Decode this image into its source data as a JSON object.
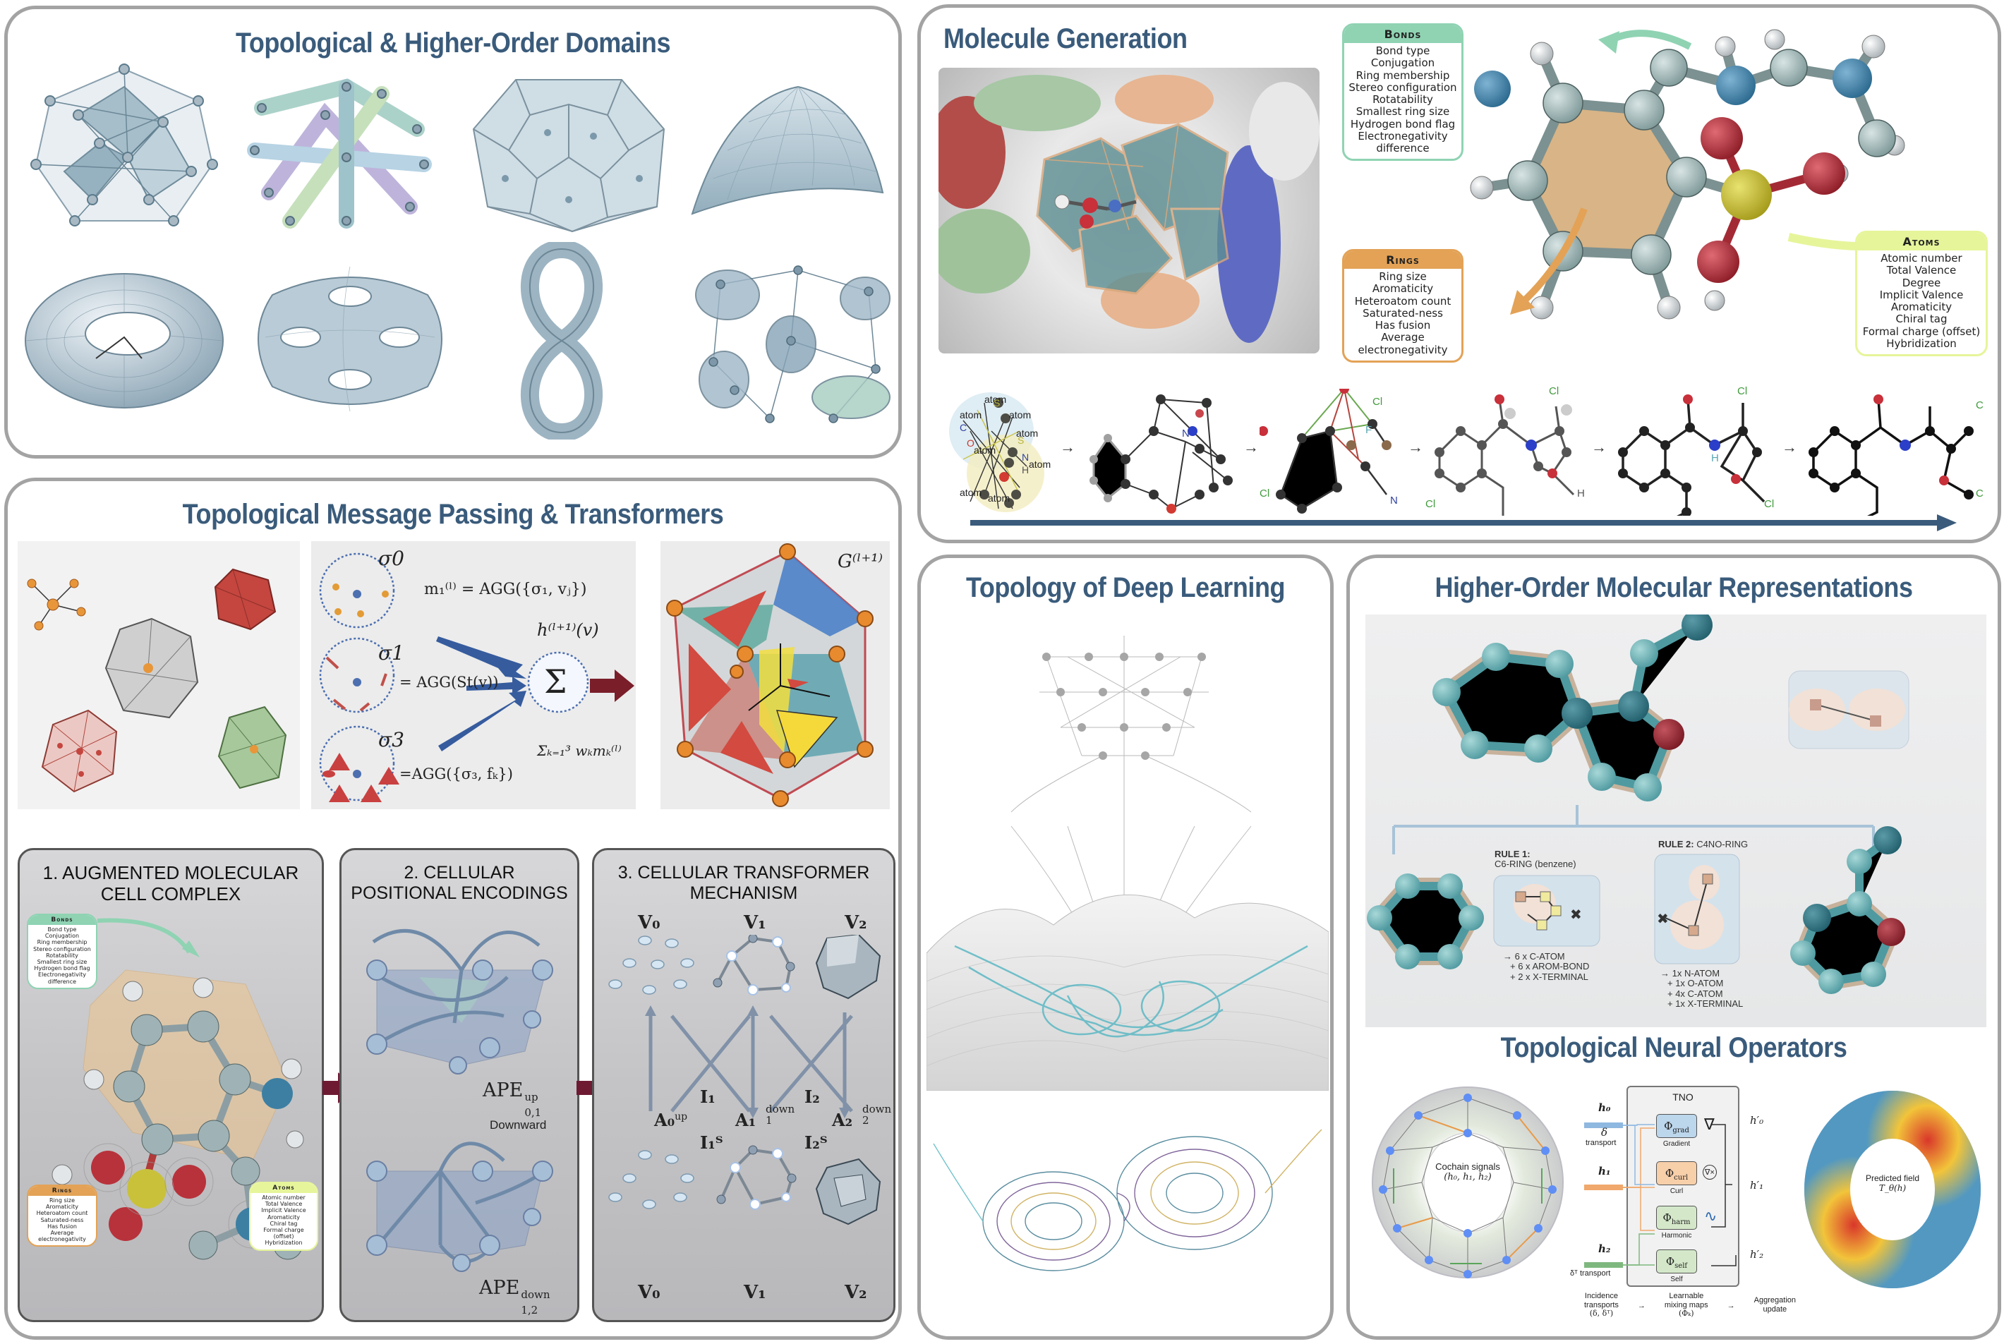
{
  "colors": {
    "title": "#3a5b7b",
    "panel_border": "#a3a3a3",
    "bonds_accent": "#8fd3b3",
    "rings_accent": "#e3a256",
    "atoms_accent": "#e6f59a",
    "flow_arrow": "#3a5b7b",
    "card_arrow": "#6e1a33"
  },
  "panels": {
    "domains": {
      "title": "Topological & Higher-Order Domains",
      "figures": [
        "simplicial-complex",
        "hypergraph-bands",
        "cell-complex-polyhedron",
        "curved-surface-mesh",
        "torus",
        "genus-three-surface",
        "klein-bottle-figure-eight",
        "combinatorial-complex"
      ]
    },
    "message_passing": {
      "title": "Topological Message Passing & Transformers",
      "sigma0": "σ0",
      "sigma1": "σ1",
      "sigma3": "σ3",
      "eq_m1": "m₁⁽ˡ⁾ = AGG({σ₁, vⱼ})",
      "eq_st": "= AGG(St(v))",
      "eq_f": "=AGG({σ₃, fₖ})",
      "h_next": "h⁽ˡ⁺¹⁾(v)",
      "sum_symbol": "Σ",
      "sum_formula": "Σₖ₌₁³ wₖmₖ⁽ˡ⁾",
      "g_next": "G⁽ˡ⁺¹⁾"
    },
    "cards": [
      {
        "title_line1": "1. AUGMENTED MOLECULAR",
        "title_line2": "CELL COMPLEX",
        "bonds": {
          "header": "Bonds",
          "items": [
            "Bond type",
            "Conjugation",
            "Ring membership",
            "Stereo configuration",
            "Rotatability",
            "Smallest ring size",
            "Hydrogen bond flag",
            "Electronegativity",
            "difference"
          ]
        },
        "rings": {
          "header": "Rings",
          "items": [
            "Ring size",
            "Aromaticity",
            "Heteroatom count",
            "Saturated-ness",
            "Has fusion",
            "Average",
            "electronegativity"
          ]
        },
        "atoms": {
          "header": "Atoms",
          "items": [
            "Atomic number",
            "Total Valence",
            "Implicit Valence",
            "Aromaticity",
            "Chiral tag",
            "Formal charge",
            "(offset)",
            "Hybridization"
          ]
        }
      },
      {
        "title_line1": "2. CELLULAR",
        "title_line2": "POSITIONAL ENCODINGS",
        "ape_up": "APE",
        "ape_up_sup": "up",
        "ape_up_sub": "0,1",
        "downward": "Downward",
        "ape_down": "APE",
        "ape_down_sup": "down",
        "ape_down_sub": "1,2"
      },
      {
        "title_line1": "3. CELLULAR TRANSFORMER",
        "title_line2": "MECHANISM",
        "top_labels": [
          "V₀",
          "V₁",
          "V₂"
        ],
        "bottom_labels": [
          "V₀",
          "V₁",
          "V₂"
        ],
        "I1": "I₁",
        "I1T": "I₁ᵀ",
        "I2": "I₂",
        "I2T": "I₂ᵀ",
        "A0": "A₀",
        "A0_sup": "up",
        "A1": "A₁",
        "A1_label": "down",
        "A1_sub": "1",
        "A2": "A₂",
        "A2_label": "down",
        "A2_sub": "2"
      }
    ],
    "molecule_generation": {
      "title": "Molecule Generation",
      "bonds": {
        "header": "Bonds",
        "items": [
          "Bond type",
          "Conjugation",
          "Ring membership",
          "Stereo configuration",
          "Rotatability",
          "Smallest ring size",
          "Hydrogen bond flag",
          "Electronegativity",
          "difference"
        ]
      },
      "rings": {
        "header": "Rings",
        "items": [
          "Ring size",
          "Aromaticity",
          "Heteroatom count",
          "Saturated-ness",
          "Has fusion",
          "Average",
          "electronegativity"
        ]
      },
      "atoms": {
        "header": "Atoms",
        "items": [
          "Atomic number",
          "Total Valence",
          "Degree",
          "Implicit Valence",
          "Aromaticity",
          "Chiral tag",
          "Formal charge (offset)",
          "Hybridization"
        ]
      },
      "stage1_labels": [
        "atom",
        "atom",
        "atom",
        "atom",
        "atom",
        "atom",
        "atom",
        "atom",
        "C",
        "O",
        "S",
        "S",
        "N",
        "H"
      ],
      "stage2_labels": [
        "N"
      ],
      "stage3_labels": [
        "Cl",
        "Cl",
        "F",
        "N"
      ],
      "stage4_labels": [
        "Cl",
        "Cl",
        "H"
      ],
      "stage5_labels": [
        "Cl",
        "Cl",
        "H"
      ],
      "stage6_labels": [
        "C",
        "C"
      ],
      "arrow": "→"
    },
    "deep_learning": {
      "title": "Topology of Deep Learning"
    },
    "molecular_repr": {
      "title": "Higher-Order Molecular Representations",
      "rule1_title": "RULE 1:",
      "rule1_sub": "C6-RING (benzene)",
      "rule1_lines": [
        "→ 6 x C-ATOM",
        "+ 6 x AROM-BOND",
        "+ 2 x X-TERMINAL"
      ],
      "rule2_title": "RULE 2:",
      "rule2_sub": "C4NO-RING",
      "rule2_lines": [
        "→ 1x N-ATOM",
        "+ 1x O-ATOM",
        "+ 4x C-ATOM",
        "+ 1x X-TERMINAL"
      ]
    },
    "neural_operators": {
      "title": "Topological Neural Operators",
      "cochain_label": "Cochain signals",
      "cochain_vars": "(h₀, h₁, h₂)",
      "tno_label": "TNO",
      "inputs": [
        "h₀",
        "h₁",
        "h₂"
      ],
      "delta": "δ",
      "delta_transport": "transport",
      "delta_T": "δᵀ transport",
      "blocks": [
        {
          "phi": "Φ",
          "sub": "grad",
          "name": "Gradient",
          "op": "∇",
          "color": "#bcd6ec"
        },
        {
          "phi": "Φ",
          "sub": "curl",
          "name": "Curl",
          "op": "∇×",
          "color": "#f7cfa9"
        },
        {
          "phi": "Φ",
          "sub": "harm",
          "name": "Harmonic",
          "op": "∿",
          "color": "#d4e8c9"
        },
        {
          "phi": "Φ",
          "sub": "self",
          "name": "Self",
          "op": "",
          "color": "#d4e8c9"
        }
      ],
      "outputs": [
        "h′₀",
        "h′₁",
        "h′₂"
      ],
      "footer": [
        {
          "l1": "Incidence",
          "l2": "transports",
          "l3": "(δ, δᵀ)"
        },
        {
          "l1": "Learnable",
          "l2": "mixing maps",
          "l3": "(Φₖ)"
        },
        {
          "l1": "Aggregation",
          "l2": "update",
          "l3": ""
        }
      ],
      "footer_arrow": "→",
      "predicted_label": "Predicted field",
      "predicted_var": "T_θ(h)"
    }
  }
}
